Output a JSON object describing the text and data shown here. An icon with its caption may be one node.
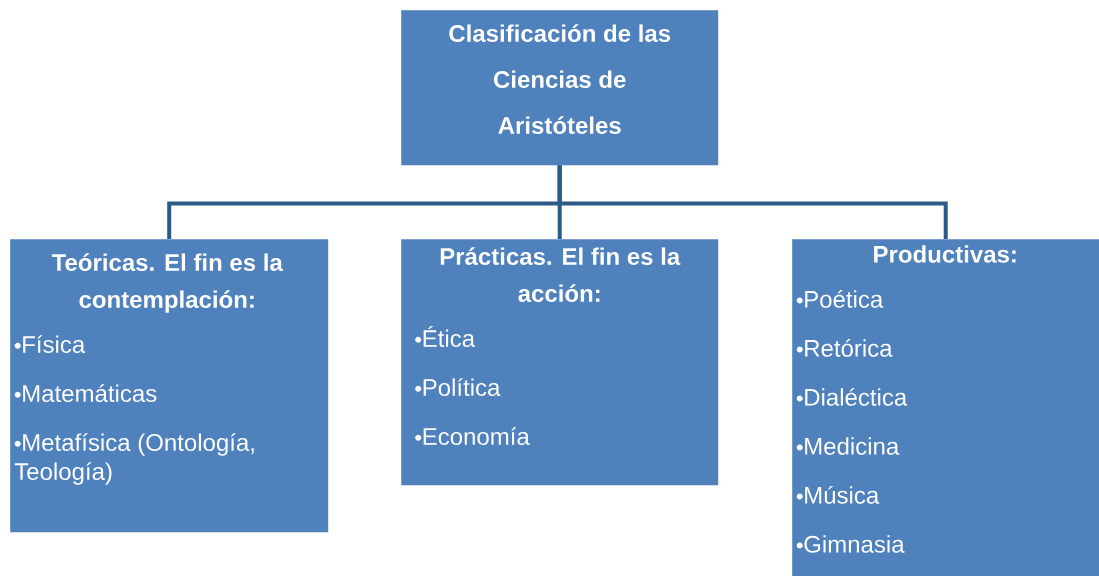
{
  "diagram": {
    "nodes": [
      {
        "text": [
          "Clasificación de las Ciencias de Aristóteles"
        ]
      },
      {
        "text": [
          "Teóricas. El fin es la contemplación:",
          "Física",
          "Matemáticas",
          "Metafísica (Ontología, Teología)"
        ]
      },
      {
        "text": [
          "Prácticas. El fin es la acción:",
          "Ética",
          "Política",
          "Economía"
        ]
      },
      {
        "text": [
          "Productivas:",
          "Poética",
          "Retórica",
          "Dialéctica",
          "Medicina",
          "Música",
          "Gimnasia"
        ]
      }
    ],
    "edges": [
      {
        "from": 0,
        "to": 1,
        "arrow": "none"
      },
      {
        "from": 0,
        "to": 2,
        "arrow": "none"
      },
      {
        "from": 0,
        "to": 3,
        "arrow": "none"
      }
    ]
  }
}
